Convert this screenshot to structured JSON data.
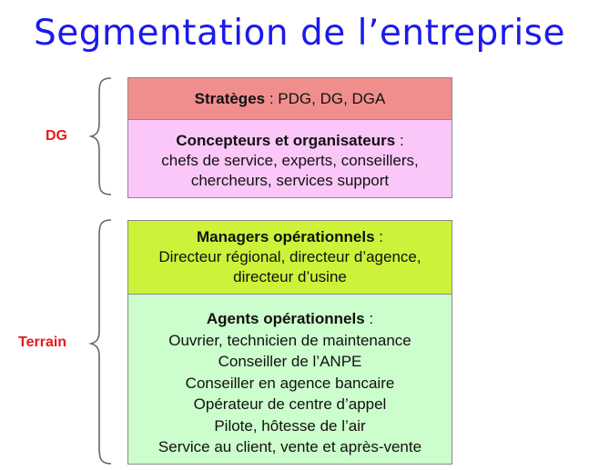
{
  "title": "Segmentation de l’entreprise",
  "groups": [
    {
      "label": "DG",
      "label_color": "#e41b1b",
      "boxes": [
        {
          "heading": "Stratèges",
          "sep": " : ",
          "lines": [
            "PDG, DG, DGA"
          ],
          "color": "#f08e8e"
        },
        {
          "heading": "Concepteurs et organisateurs",
          "sep": " :",
          "lines": [
            "chefs de service, experts, conseillers,",
            "chercheurs, services support"
          ],
          "color": "#fbc7f9"
        }
      ]
    },
    {
      "label": "Terrain",
      "label_color": "#e41b1b",
      "boxes": [
        {
          "heading": "Managers opérationnels",
          "sep": " :",
          "lines": [
            "Directeur régional, directeur d’agence,",
            "directeur d’usine"
          ],
          "color": "#cdf23a"
        },
        {
          "heading": "Agents opérationnels",
          "sep": " :",
          "lines": [
            "Ouvrier, technicien de maintenance",
            "Conseiller de l’ANPE",
            "Conseiller en agence bancaire",
            "Opérateur de centre d’appel",
            "Pilote, hôtesse de l’air",
            "Service au client, vente et après-vente"
          ],
          "color": "#ccfdcc"
        }
      ]
    }
  ],
  "colors": {
    "title": "#1a1aee",
    "border": "#8a8a8a",
    "brace": "#666666"
  }
}
